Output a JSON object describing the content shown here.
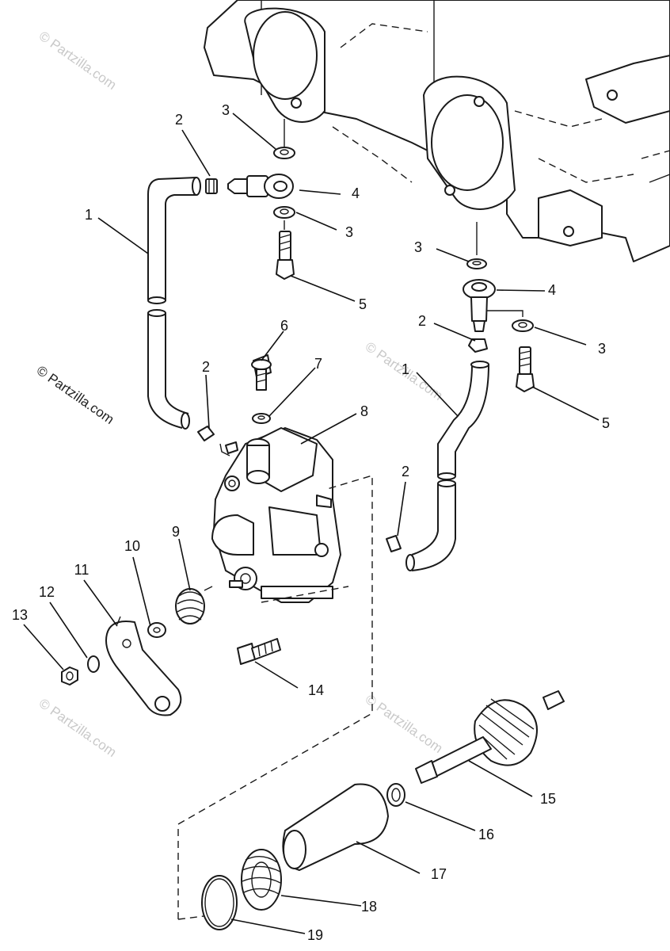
{
  "watermark": "© Partzilla.com",
  "callouts": {
    "c1a": "1",
    "c1b": "1",
    "c2a": "2",
    "c2b": "2",
    "c2c": "2",
    "c2d": "2",
    "c3a": "3",
    "c3b": "3",
    "c3c": "3",
    "c3d": "3",
    "c4a": "4",
    "c4b": "4",
    "c5a": "5",
    "c5b": "5",
    "c6": "6",
    "c7": "7",
    "c8": "8",
    "c9": "9",
    "c10": "10",
    "c11": "11",
    "c12": "12",
    "c13": "13",
    "c14": "14",
    "c15": "15",
    "c16": "16",
    "c17": "17",
    "c18": "18",
    "c19": "19"
  }
}
